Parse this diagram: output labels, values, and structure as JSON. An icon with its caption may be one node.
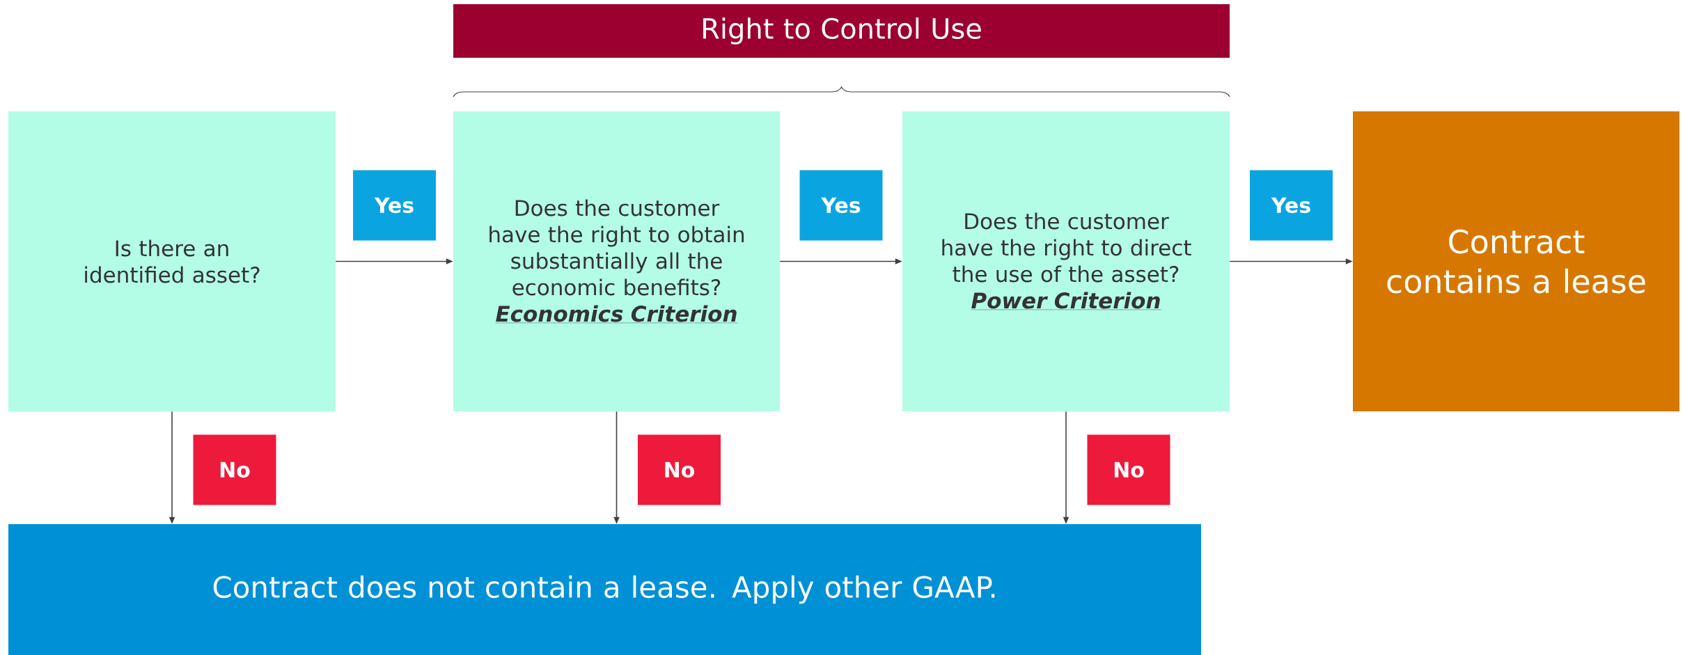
{
  "diagram": {
    "nodes": [
      {
        "text": [
          "Right to Control Use"
        ]
      },
      {
        "text": [
          "Is there an identified asset?"
        ]
      },
      {
        "text": [
          "Does the customer have the right to obtain substantially all the economic benefits?",
          "Economics Criterion"
        ]
      },
      {
        "text": [
          "Does the customer have the right to direct the use of the asset?",
          "Power Criterion"
        ]
      },
      {
        "text": [
          "Contract contains a lease"
        ]
      },
      {
        "text": [
          "Contract does not contain a lease. Apply other GAAP."
        ]
      }
    ],
    "edges": [
      {
        "from": 1,
        "to": 2,
        "arrow": "to",
        "label": "Yes"
      },
      {
        "from": 2,
        "to": 3,
        "arrow": "to",
        "label": "Yes"
      },
      {
        "from": 3,
        "to": 4,
        "arrow": "to",
        "label": "Yes"
      },
      {
        "from": 1,
        "to": 5,
        "arrow": "to",
        "label": "No"
      },
      {
        "from": 2,
        "to": 5,
        "arrow": "to",
        "label": "No"
      },
      {
        "from": 3,
        "to": 5,
        "arrow": "to",
        "label": "No"
      }
    ]
  }
}
